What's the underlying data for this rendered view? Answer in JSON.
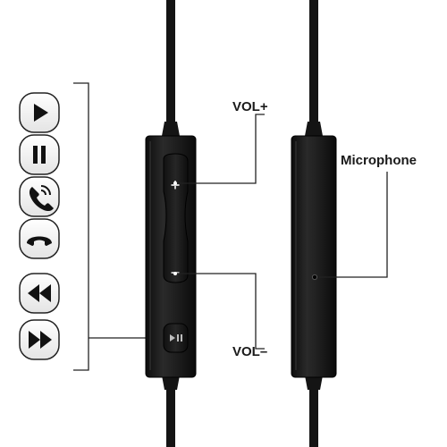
{
  "labels": {
    "vol_up": "VOL+",
    "vol_down": "VOL–",
    "microphone": "Microphone"
  },
  "remote": {
    "plus_symbol": "+",
    "minus_symbol": "–"
  },
  "function_icons": [
    {
      "icon": "play-icon"
    },
    {
      "icon": "pause-icon"
    },
    {
      "icon": "answer-call-icon"
    },
    {
      "icon": "end-call-icon"
    },
    {
      "icon": "rewind-icon"
    },
    {
      "icon": "fast-forward-icon"
    }
  ],
  "colors": {
    "cable": "#141414",
    "body": "#1b1b1b",
    "line": "#222222",
    "text": "#1a1a1a",
    "icon_fill": "#111111"
  }
}
